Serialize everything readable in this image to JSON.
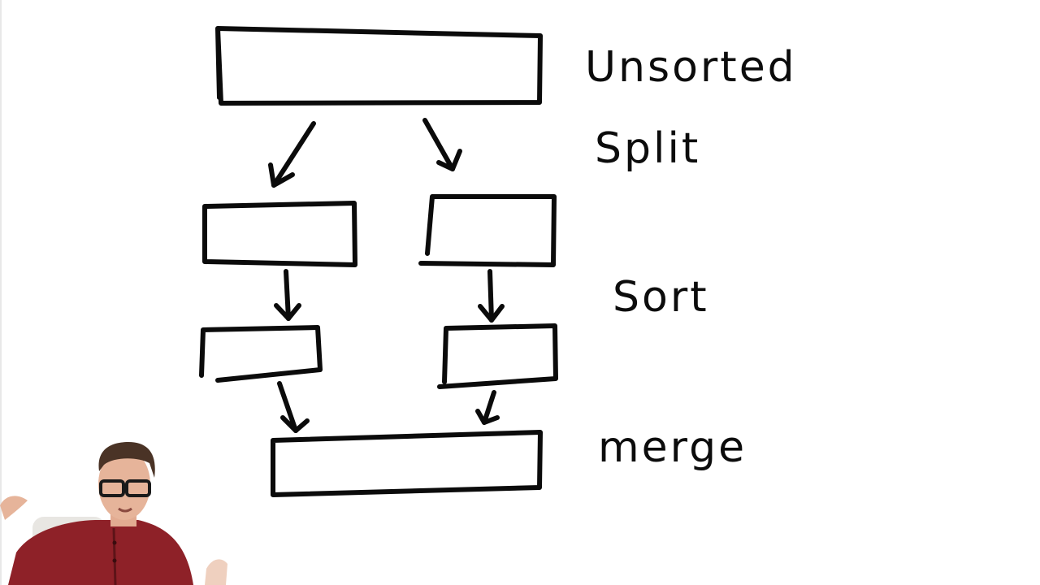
{
  "diagram": {
    "stages": {
      "unsorted": "Unsorted",
      "split": "Split",
      "sort": "Sort",
      "merge": "merge"
    }
  },
  "presenter": {
    "shirt_color": "#8e2128",
    "hair_color": "#4a3326",
    "skin_color": "#e6b49a",
    "glasses_color": "#1a1a1a"
  }
}
